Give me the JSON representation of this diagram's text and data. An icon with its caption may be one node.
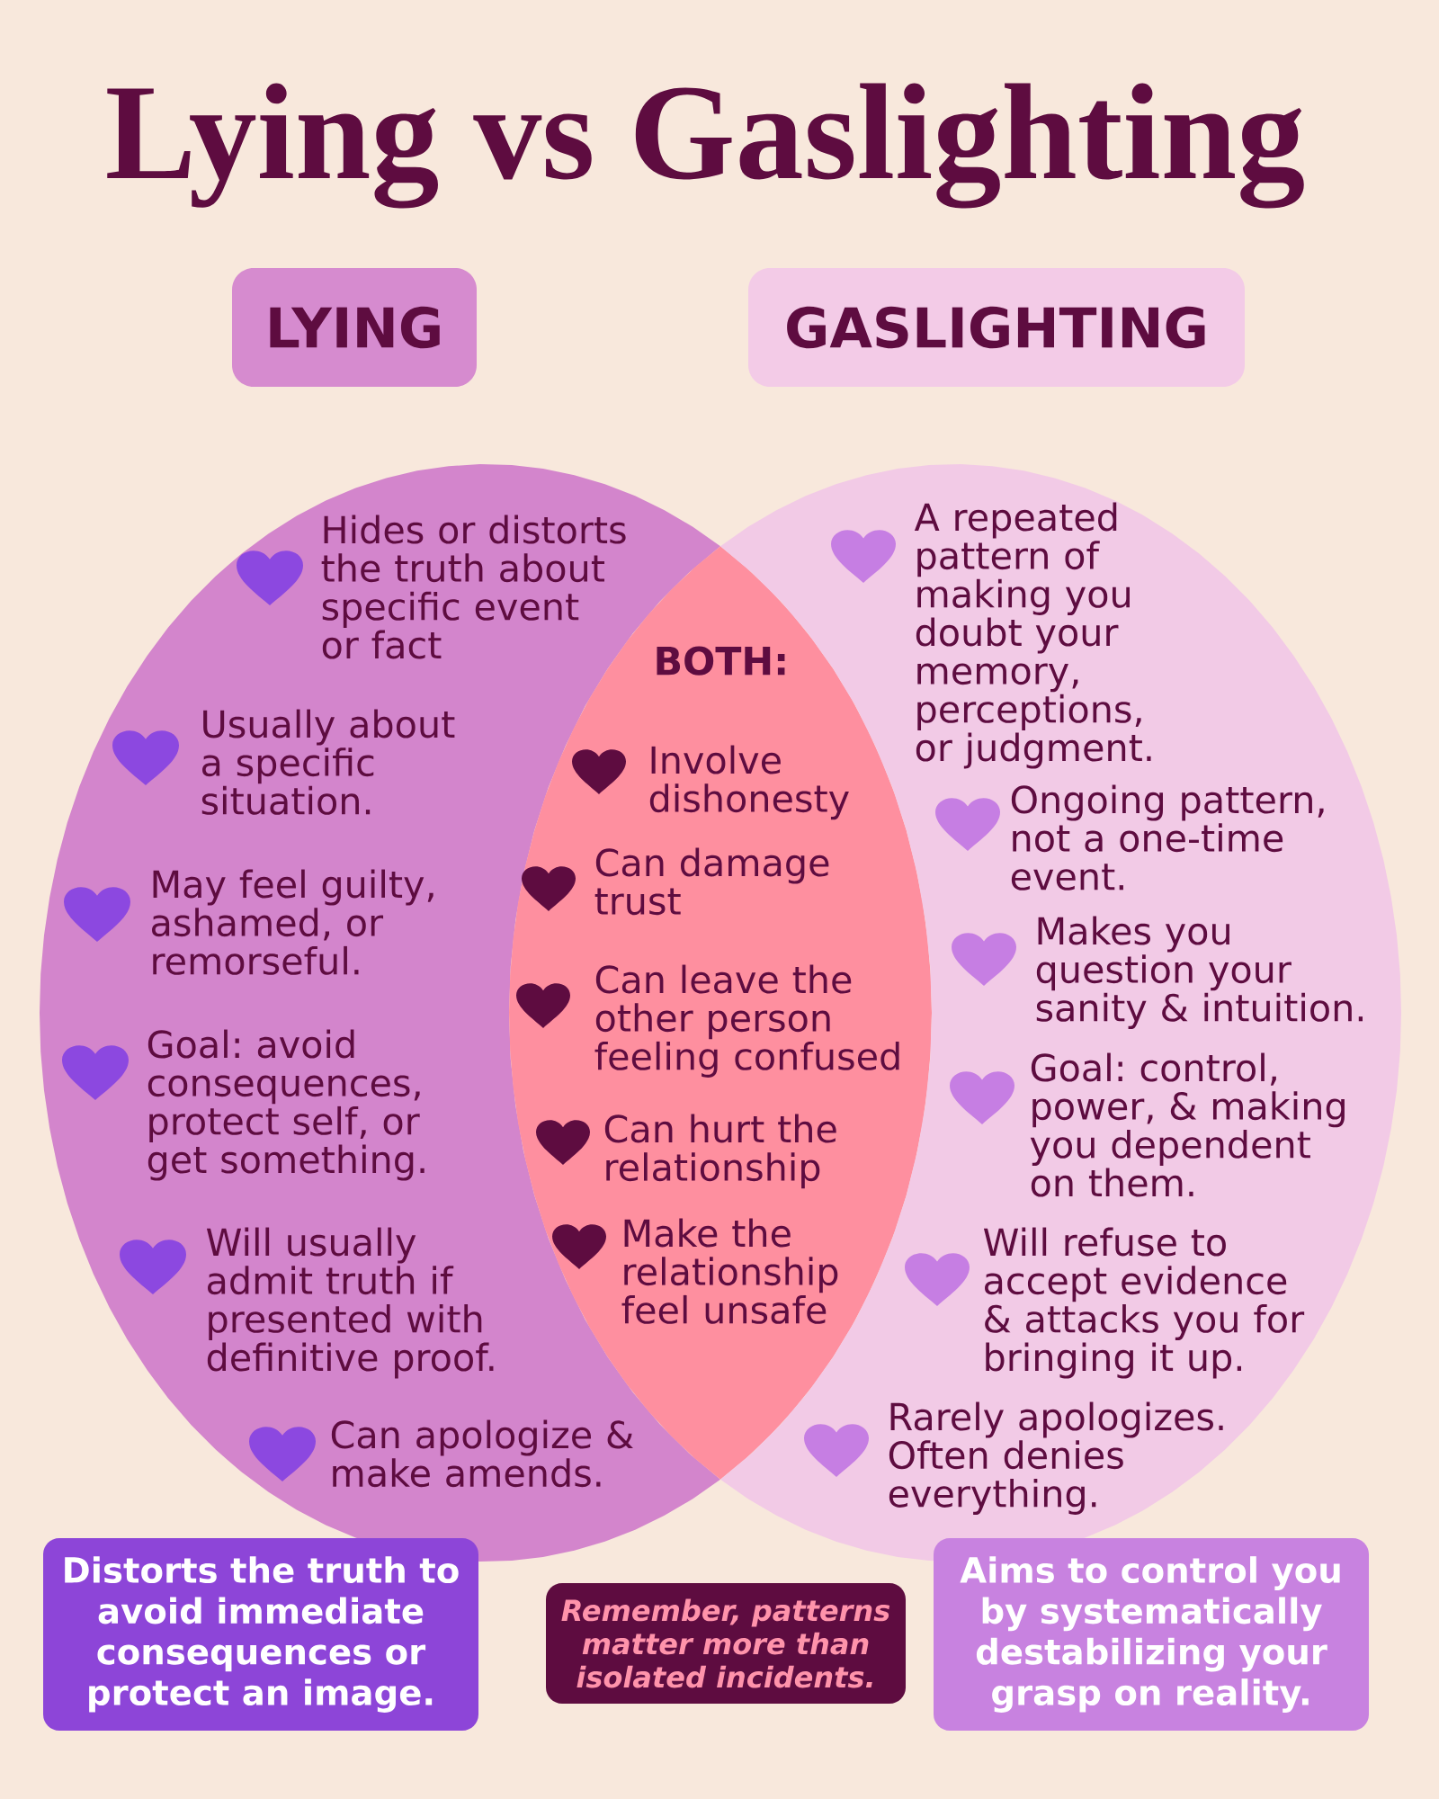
{
  "diagram": {
    "title": "Lying vs Gaslighting",
    "nodes": [
      {
        "text": [
          "LYING"
        ]
      },
      {
        "text": [
          "GASLIGHTING"
        ]
      },
      {
        "text": [
          "Hides or distorts the truth about specific event or fact",
          "Usually about a specific situation.",
          "May feel guilty, ashamed, or remorseful.",
          "Goal: avoid consequences, protect self, or get something.",
          "Will usually admit truth if presented with definitive proof.",
          "Can apologize & make amends."
        ]
      },
      {
        "text": [
          "BOTH:",
          "Involve dishonesty",
          "Can damage trust",
          "Can leave the other person feeling confused",
          "Can hurt the relationship",
          "Make the relationship feel unsafe"
        ]
      },
      {
        "text": [
          "A repeated pattern of making you doubt your memory, perceptions, or judgment.",
          "Ongoing pattern, not a one-time event.",
          "Makes you question your sanity & intuition.",
          "Goal: control, power, & making you dependent on them.",
          "Will refuse to accept evidence & attacks you for bringing it up.",
          "Rarely apologizes. Often denies everything."
        ]
      },
      {
        "text": [
          "Distorts the truth to avoid immediate consequences or protect an image."
        ]
      },
      {
        "text": [
          "Remember, patterns matter more than isolated incidents."
        ]
      },
      {
        "text": [
          "Aims to control you by systematically destabilizing your grasp on reality."
        ]
      }
    ]
  }
}
